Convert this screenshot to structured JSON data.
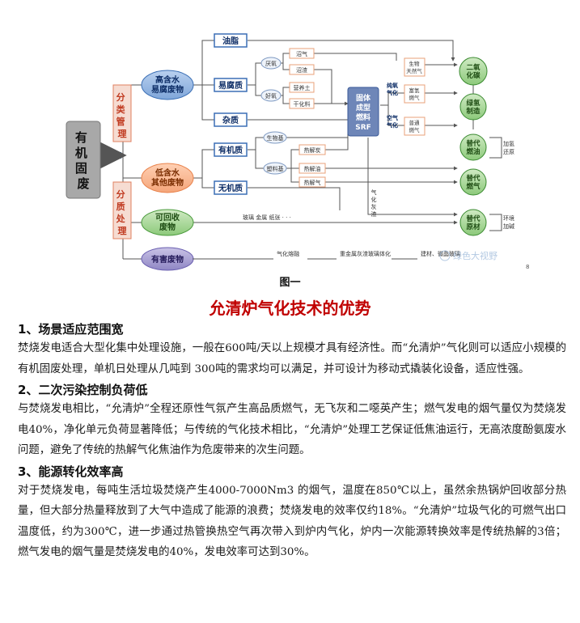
{
  "figure": {
    "root": "有机固废",
    "mgmt_classify": "分类管理",
    "mgmt_quality": "分质处理",
    "groups": [
      "高含水易腐废物",
      "低含水其他废物",
      "可回收废物",
      "有害废物"
    ],
    "cat_oil": "油脂",
    "cat_perishable": "易腐质",
    "cat_misc": "杂质",
    "cat_organic": "有机质",
    "cat_inorganic": "无机质",
    "anaerobic": "厌氧",
    "aerobic": "好氧",
    "biogas": "沼气",
    "digestate": "沼渣",
    "nutrient_soil": "营养土",
    "dry_feed": "干化料",
    "bio_base": "生物基",
    "plastic_base": "塑料基",
    "pyro_carbon": "热解炭",
    "pyro_oil": "热解油",
    "pyro_gas": "热解气",
    "srf": "固体成型燃料SRF",
    "oxy_gasify": "纯氧气化",
    "air_gasify": "空气气化",
    "bio_natgas": "生物天然气",
    "h2_rich": "富氢燃气",
    "normal_gas": "普通燃气",
    "co2": "二氧化碳",
    "green_h2": "绿氢制造",
    "alt_fuel_oil": "替代燃油",
    "alt_fuel_gas": "替代燃气",
    "alt_material": "替代原材",
    "hydrogenate": "加氢",
    "reduce": "还原",
    "environment": "环境",
    "add_alkali": "加碱",
    "gasify_ash": "气化灰渣",
    "recyclables": "玻璃   金属   纸张  · · ·",
    "haz_1": "气化熔融",
    "haz_2": "重金属灰渣玻璃体化",
    "haz_3": "建材、微晶玻璃",
    "page_no": "8",
    "watermark": "绿色大视野"
  },
  "caption": "图一",
  "title": "允清炉气化技术的优势",
  "sections": [
    {
      "heading": "1、场景适应范围宽",
      "body": "焚烧发电适合大型化集中处理设施，一般在600吨/天以上规模才具有经济性。而“允清炉”气化则可以适应小规模的有机固废处理，单机日处理从几吨到 300吨的需求均可以满足，并可设计为移动式撬装化设备，适应性强。"
    },
    {
      "heading": "2、二次污染控制负荷低",
      "body": "与焚烧发电相比，“允清炉”全程还原性气氛产生高品质燃气，无飞灰和二噁英产生；燃气发电的烟气量仅为焚烧发电40%，净化单元负荷显著降低；与传统的气化技术相比，“允清炉”处理工艺保证低焦油运行，无高浓度酚氨废水问题，避免了传统的热解气化焦油作为危废带来的次生问题。"
    },
    {
      "heading": "3、能源转化效率高",
      "body": "对于焚烧发电，每吨生活垃圾焚烧产生4000-7000Nm3 的烟气，温度在850℃以上，虽然余热锅炉回收部分热量，但大部分热量释放到了大气中造成了能源的浪费；焚烧发电的效率仅约18%。“允清炉”垃圾气化的可燃气出口温度低，约为300℃，进一步通过热管换热空气再次带入到炉内气化，炉内一次能源转换效率是传统热解的3倍；燃气发电的烟气量是焚烧发电的40%，发电效率可达到30%。"
    }
  ],
  "colors": {
    "blue_node": "#3b6fb5",
    "green_node": "#4a9a3c",
    "orange_node": "#e9824b",
    "root_node": "#9a9a9a",
    "title_red": "#c00000"
  }
}
